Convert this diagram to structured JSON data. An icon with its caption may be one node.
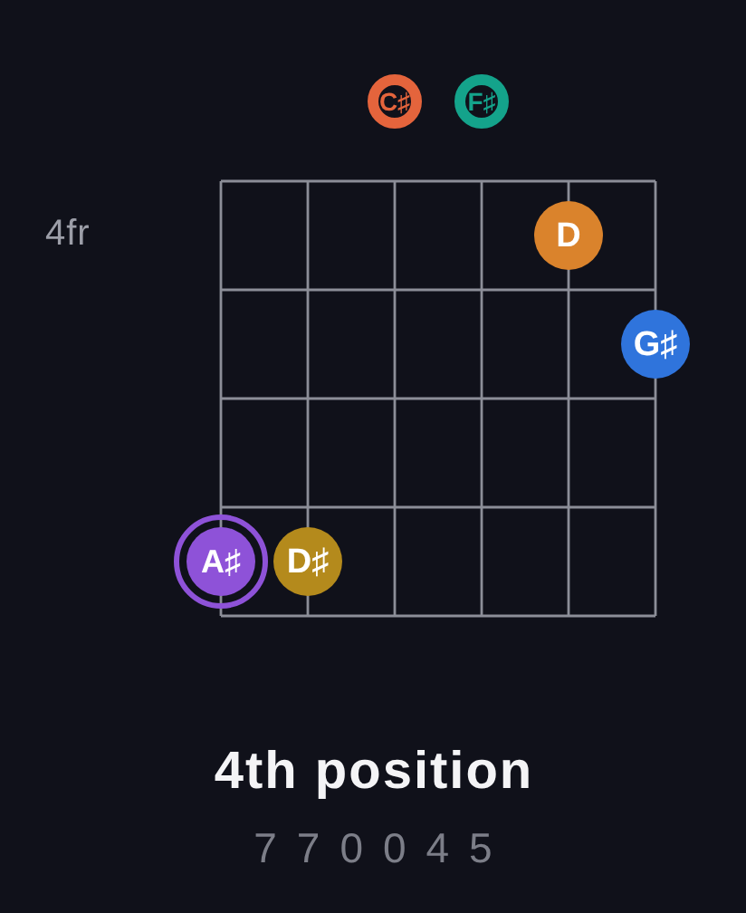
{
  "diagram": {
    "title": "4th position",
    "caption": "7 7 0 0 4 5",
    "nodes": [
      {
        "text": [
          "C♯"
        ]
      },
      {
        "text": [
          "F♯"
        ]
      },
      {
        "text": [
          "D"
        ]
      },
      {
        "text": [
          "G♯"
        ]
      },
      {
        "text": [
          "A♯"
        ]
      },
      {
        "text": [
          "D♯"
        ]
      }
    ],
    "labels": [
      "4fr"
    ]
  }
}
